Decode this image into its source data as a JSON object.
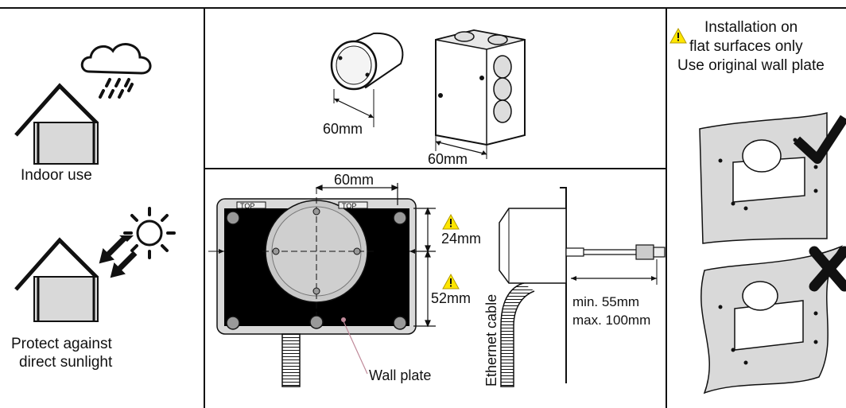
{
  "left_panel": {
    "indoor_label": "Indoor use",
    "sunlight_label_line1": "Protect against",
    "sunlight_label_line2": "direct sunlight"
  },
  "boxes_panel": {
    "round_box_dim": "60mm",
    "square_box_dim": "60mm"
  },
  "plate_panel": {
    "width_dim": "60mm",
    "top_dim": "24mm",
    "bottom_dim": "52mm",
    "top_marker_left": "TOP",
    "top_marker_right": "TOP",
    "wall_plate_label": "Wall plate",
    "ethernet_label": "Ethernet cable",
    "min_label": "min. 55mm",
    "max_label": "max. 100mm"
  },
  "right_panel": {
    "title_line1": "Installation on",
    "title_line2": "flat surfaces only",
    "title_line3": "Use original wall plate"
  },
  "colors": {
    "warning_yellow": "#ffe600",
    "plate_black": "#000000",
    "plate_grey": "#d9d9d9",
    "line": "#111111"
  },
  "icons": [
    "cloud-rain-icon",
    "sun-icon",
    "warning-icon",
    "checkmark-icon",
    "cross-icon",
    "house-icon"
  ]
}
